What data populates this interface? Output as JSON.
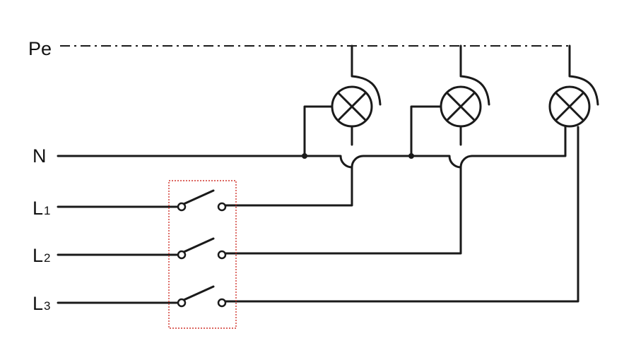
{
  "lines": {
    "pe": {
      "label": "Pe"
    },
    "n": {
      "label": "N"
    },
    "l1": {
      "label": "L",
      "sub": "1"
    },
    "l2": {
      "label": "L",
      "sub": "2"
    },
    "l3": {
      "label": "L",
      "sub": "3"
    }
  },
  "components": {
    "lamps": [
      {
        "symbol": "lamp-icon",
        "phase": "L1"
      },
      {
        "symbol": "lamp-icon",
        "phase": "L2"
      },
      {
        "symbol": "lamp-icon",
        "phase": "L3"
      }
    ],
    "switch": {
      "symbol": "three-pole-switch",
      "poles": 3,
      "state": "open"
    }
  },
  "colors": {
    "wire": "#1a1a1a",
    "switch_enclosure": "#d0342c"
  }
}
